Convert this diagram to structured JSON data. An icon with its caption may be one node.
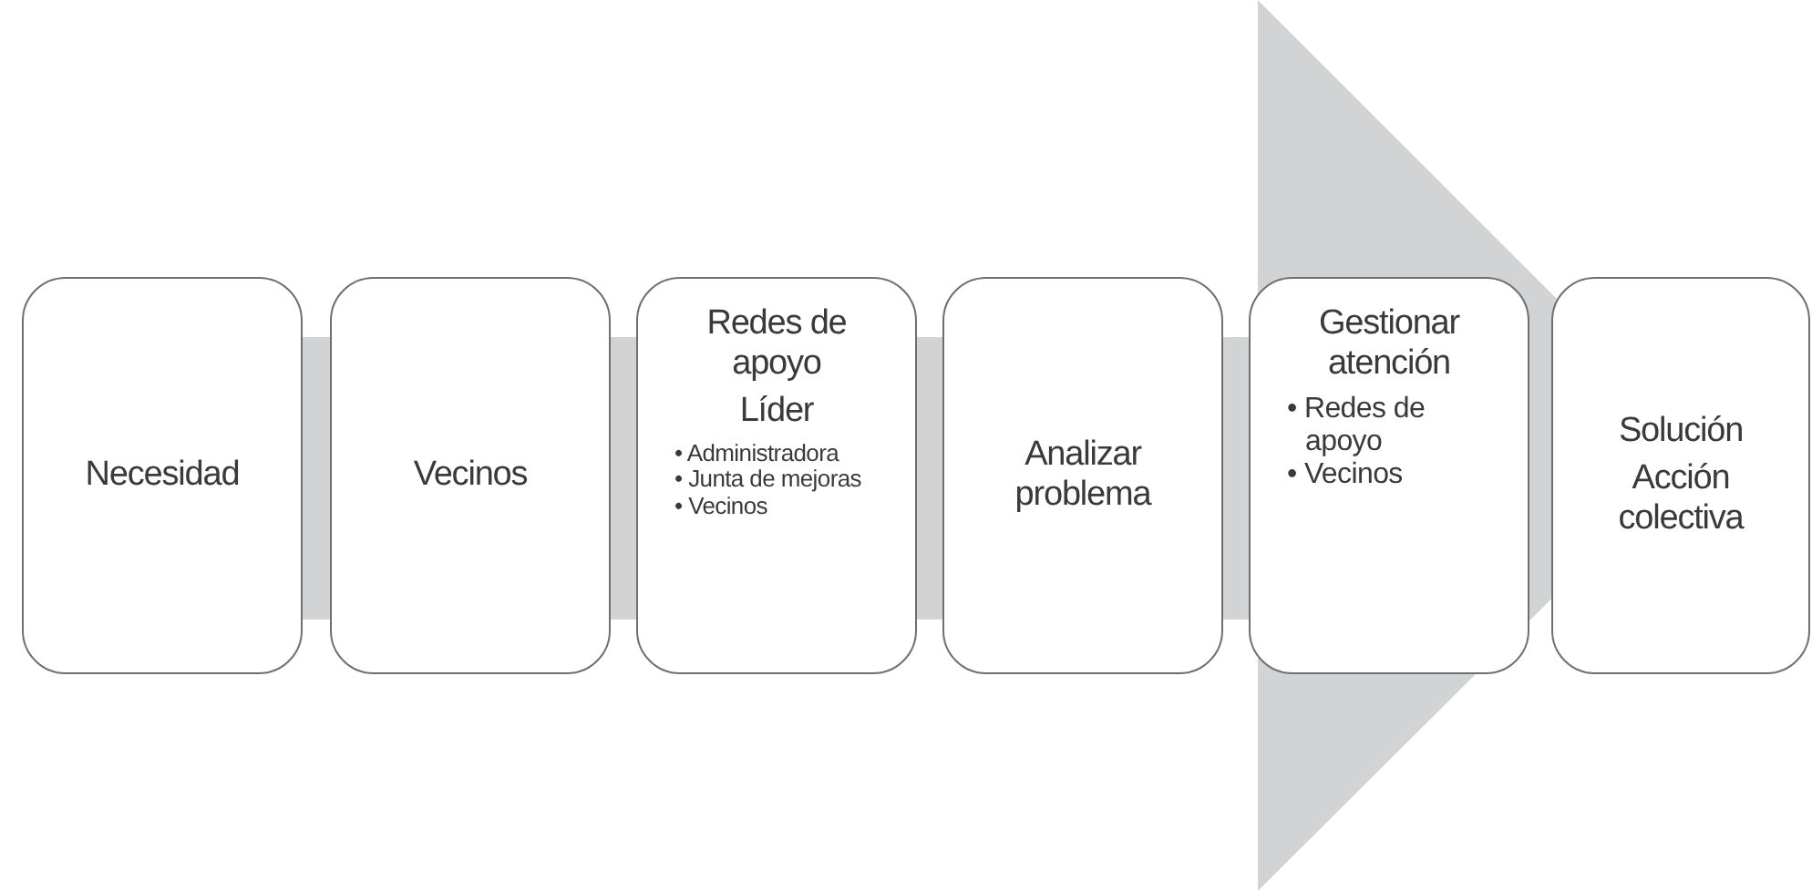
{
  "diagram": {
    "nodes": [
      {
        "text": [
          "Necesidad"
        ]
      },
      {
        "text": [
          "Vecinos"
        ]
      },
      {
        "text": [
          "Redes de apoyo",
          "Líder",
          "• Administradora",
          "• Junta de mejoras",
          "• Vecinos"
        ]
      },
      {
        "text": [
          "Analizar problema"
        ]
      },
      {
        "text": [
          "Gestionar atención",
          "• Redes de apoyo",
          "• Vecinos"
        ]
      },
      {
        "text": [
          "Solución",
          "Acción colectiva"
        ]
      }
    ],
    "edges": [
      {
        "from": 0,
        "to": 5,
        "arrow": "to"
      }
    ]
  }
}
